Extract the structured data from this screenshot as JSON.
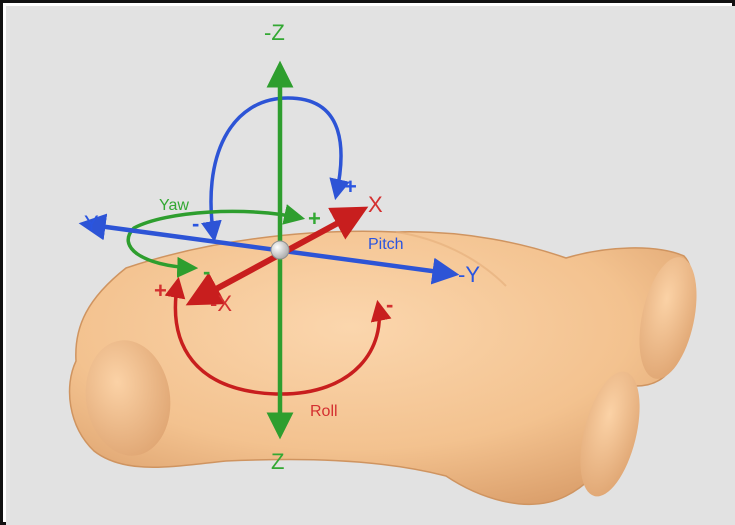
{
  "colors": {
    "background": "#e2e2e2",
    "body": "#f3c28f",
    "body_shadow": "#d89b67",
    "green": "#2e9e2e",
    "blue": "#2d54d6",
    "red": "#c81e1e",
    "label_green": "#33a833",
    "label_blue": "#2a55e0",
    "label_red": "#d43030"
  },
  "axes": {
    "neg_z": "-Z",
    "pos_z": "Z",
    "pos_y": "Y",
    "neg_y": "-Y",
    "pos_x": "X",
    "neg_x": "-X"
  },
  "rotations": {
    "yaw": {
      "label": "Yaw",
      "plus": "+",
      "minus": "-"
    },
    "pitch": {
      "label": "Pitch",
      "plus": "+",
      "minus": "-"
    },
    "roll": {
      "label": "Roll",
      "plus": "+",
      "minus": "-"
    }
  },
  "icons": {
    "object": "foot-model-icon",
    "origin": "origin-sphere-icon"
  }
}
